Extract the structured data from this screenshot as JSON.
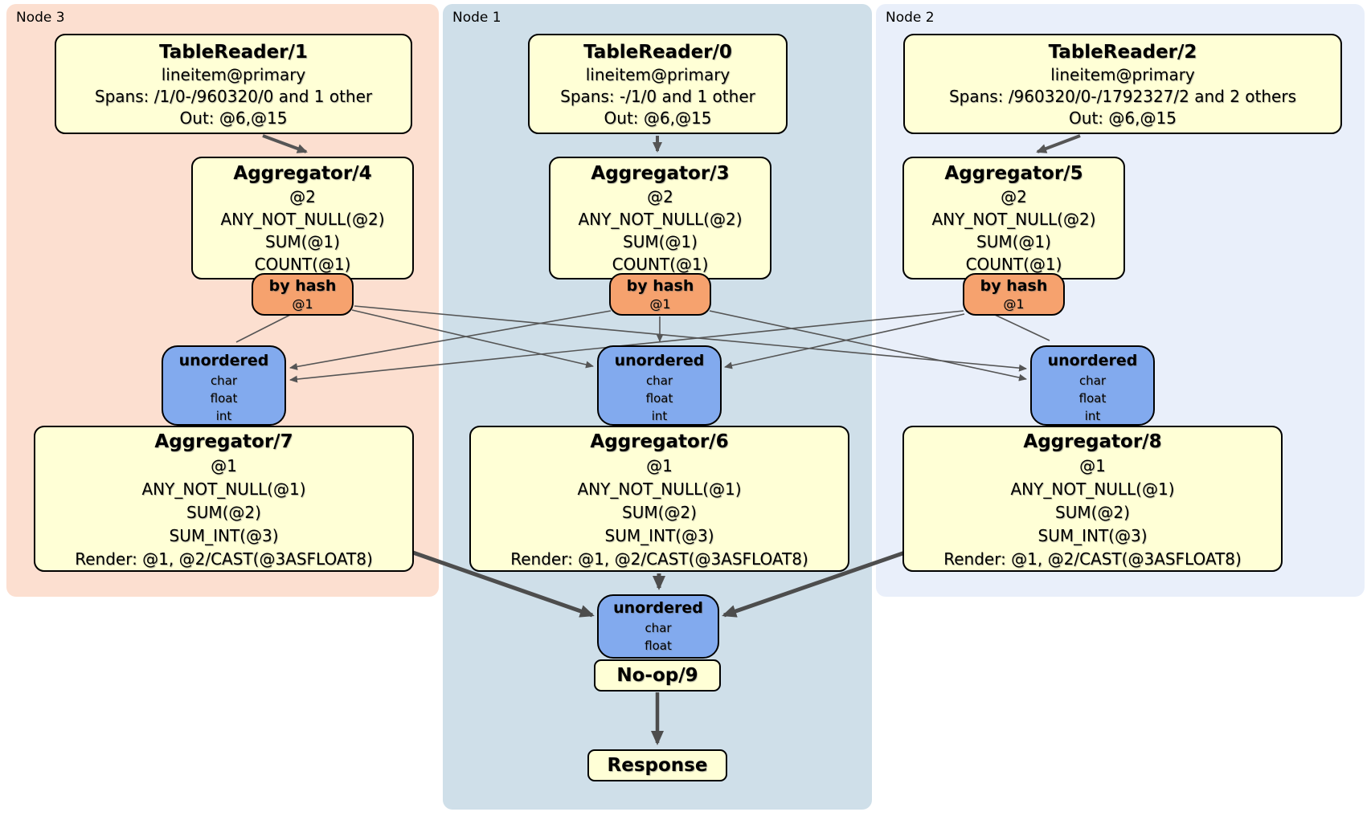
{
  "regions": {
    "node3": {
      "label": "Node 3"
    },
    "node1": {
      "label": "Node 1"
    },
    "node2": {
      "label": "Node 2"
    }
  },
  "processors": {
    "tr1": {
      "title": "TableReader/1",
      "lines": [
        "lineitem@primary",
        "Spans: /1/0-/960320/0 and 1 other",
        "Out: @6,@15"
      ]
    },
    "tr0": {
      "title": "TableReader/0",
      "lines": [
        "lineitem@primary",
        "Spans: -/1/0 and 1 other",
        "Out: @6,@15"
      ]
    },
    "tr2": {
      "title": "TableReader/2",
      "lines": [
        "lineitem@primary",
        "Spans: /960320/0-/1792327/2 and 2 others",
        "Out: @6,@15"
      ]
    },
    "agg4": {
      "title": "Aggregator/4",
      "lines": [
        "@2",
        "ANY_NOT_NULL(@2)",
        "SUM(@1)",
        "COUNT(@1)"
      ]
    },
    "agg3": {
      "title": "Aggregator/3",
      "lines": [
        "@2",
        "ANY_NOT_NULL(@2)",
        "SUM(@1)",
        "COUNT(@1)"
      ]
    },
    "agg5": {
      "title": "Aggregator/5",
      "lines": [
        "@2",
        "ANY_NOT_NULL(@2)",
        "SUM(@1)",
        "COUNT(@1)"
      ]
    },
    "agg7": {
      "title": "Aggregator/7",
      "lines": [
        "@1",
        "ANY_NOT_NULL(@1)",
        "SUM(@2)",
        "SUM_INT(@3)",
        "Render: @1, @2/CAST(@3ASFLOAT8)"
      ]
    },
    "agg6": {
      "title": "Aggregator/6",
      "lines": [
        "@1",
        "ANY_NOT_NULL(@1)",
        "SUM(@2)",
        "SUM_INT(@3)",
        "Render: @1, @2/CAST(@3ASFLOAT8)"
      ]
    },
    "agg8": {
      "title": "Aggregator/8",
      "lines": [
        "@1",
        "ANY_NOT_NULL(@1)",
        "SUM(@2)",
        "SUM_INT(@3)",
        "Render: @1, @2/CAST(@3ASFLOAT8)"
      ]
    },
    "noop": {
      "title": "No-op/9"
    },
    "response": {
      "title": "Response"
    }
  },
  "routers": {
    "hash3": {
      "title": "by hash",
      "detail": "@1"
    },
    "hash1": {
      "title": "by hash",
      "detail": "@1"
    },
    "hash2": {
      "title": "by hash",
      "detail": "@1"
    }
  },
  "syncs": {
    "sync3": {
      "title": "unordered",
      "types": [
        "char",
        "float",
        "int"
      ]
    },
    "sync1": {
      "title": "unordered",
      "types": [
        "char",
        "float",
        "int"
      ]
    },
    "sync2": {
      "title": "unordered",
      "types": [
        "char",
        "float",
        "int"
      ]
    },
    "syncFinal": {
      "title": "unordered",
      "types": [
        "char",
        "float"
      ]
    }
  },
  "colors": {
    "region_node3_bg": "#fcdfd0",
    "region_node1_bg": "#cfdfe9",
    "region_node2_bg": "#e9effa",
    "processor_bg": "#ffffd6",
    "router_bg": "#f6a26e",
    "sync_bg": "#82aaee",
    "edge_thin": "#555555",
    "edge_thick": "#4d4d4d",
    "box_border": "#000000"
  }
}
